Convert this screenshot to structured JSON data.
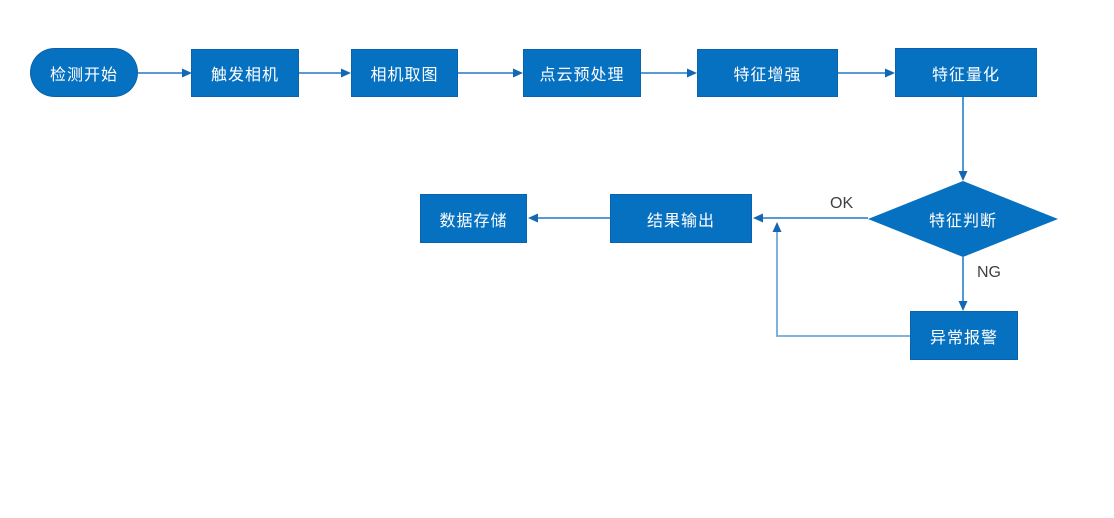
{
  "diagram": {
    "type": "flowchart",
    "nodes": [
      {
        "id": "start",
        "label": "检测开始",
        "shape": "stadium"
      },
      {
        "id": "trigger",
        "label": "触发相机",
        "shape": "rect"
      },
      {
        "id": "capture",
        "label": "相机取图",
        "shape": "rect"
      },
      {
        "id": "preprocess",
        "label": "点云预处理",
        "shape": "rect"
      },
      {
        "id": "enhance",
        "label": "特征增强",
        "shape": "rect"
      },
      {
        "id": "quantize",
        "label": "特征量化",
        "shape": "rect"
      },
      {
        "id": "judge",
        "label": "特征判断",
        "shape": "diamond"
      },
      {
        "id": "result",
        "label": "结果输出",
        "shape": "rect"
      },
      {
        "id": "storage",
        "label": "数据存储",
        "shape": "rect"
      },
      {
        "id": "alarm",
        "label": "异常报警",
        "shape": "rect"
      }
    ],
    "edges": [
      {
        "from": "start",
        "to": "trigger",
        "label": ""
      },
      {
        "from": "trigger",
        "to": "capture",
        "label": ""
      },
      {
        "from": "capture",
        "to": "preprocess",
        "label": ""
      },
      {
        "from": "preprocess",
        "to": "enhance",
        "label": ""
      },
      {
        "from": "enhance",
        "to": "quantize",
        "label": ""
      },
      {
        "from": "quantize",
        "to": "judge",
        "label": ""
      },
      {
        "from": "judge",
        "to": "result",
        "label": "OK"
      },
      {
        "from": "judge",
        "to": "alarm",
        "label": "NG"
      },
      {
        "from": "result",
        "to": "storage",
        "label": ""
      },
      {
        "from": "alarm",
        "to": "result",
        "label": ""
      }
    ],
    "edge_labels": {
      "ok": "OK",
      "ng": "NG"
    },
    "colors": {
      "node_fill": "#0771C1",
      "node_text": "#FFFFFF",
      "connector_line": "#3F8CD1",
      "elbow_line": "#6FA9DE",
      "arrowhead": "#1468B3",
      "edge_label_text": "#404040",
      "background": "#FFFFFF"
    }
  }
}
